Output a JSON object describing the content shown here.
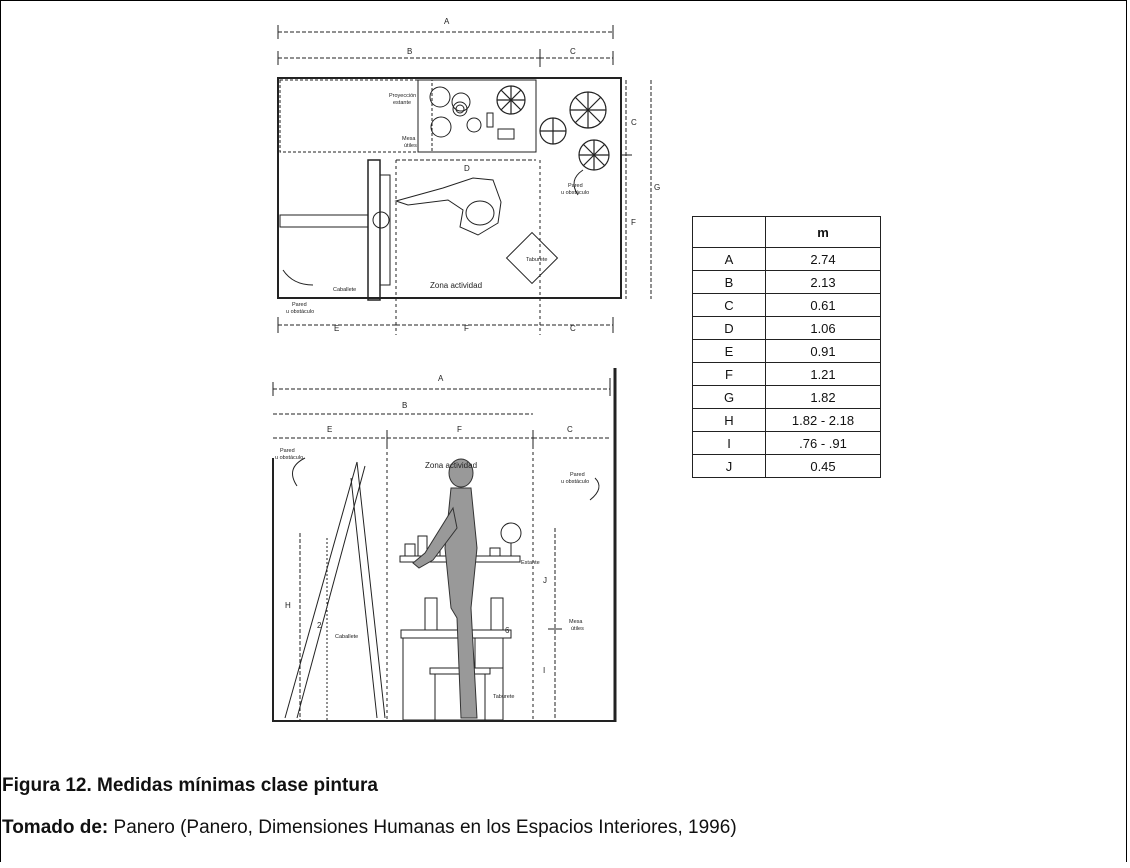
{
  "plan": {
    "dims": {
      "a": "A",
      "b": "B",
      "c": "C",
      "d": "D",
      "e": "E",
      "f": "F",
      "g": "G"
    },
    "labels": {
      "proyeccion_1": "Proyección",
      "proyeccion_2": "estante",
      "mesa_1": "Mesa",
      "mesa_2": "útiles",
      "pared_right_1": "Pared",
      "pared_right_2": "u obstáculo",
      "caballete": "Caballete",
      "taburete": "Taburete",
      "pared_left_1": "Pared",
      "pared_left_2": "u obstáculo",
      "zona": "Zona actividad"
    }
  },
  "elevation": {
    "dims": {
      "a": "A",
      "b": "B",
      "e": "E",
      "f": "F",
      "c": "C",
      "h": "H",
      "i": "I",
      "j": "J",
      "two": "2",
      "six": "6"
    },
    "labels": {
      "pared_left_1": "Pared",
      "pared_left_2": "u obstáculo",
      "zona": "Zona actividad",
      "pared_right_1": "Pared",
      "pared_right_2": "u obstáculo",
      "estante": "Estante",
      "caballete": "Caballete",
      "mesa_1": "Mesa",
      "mesa_2": "útiles",
      "taburete": "Taburete"
    }
  },
  "table": {
    "header": "m",
    "rows": [
      {
        "key": "A",
        "value": "2.74"
      },
      {
        "key": "B",
        "value": "2.13"
      },
      {
        "key": "C",
        "value": "0.61"
      },
      {
        "key": "D",
        "value": "1.06"
      },
      {
        "key": "E",
        "value": "0.91"
      },
      {
        "key": "F",
        "value": "1.21"
      },
      {
        "key": "G",
        "value": "1.82"
      },
      {
        "key": "H",
        "value": "1.82 - 2.18"
      },
      {
        "key": "I",
        "value": ".76 - .91"
      },
      {
        "key": "J",
        "value": "0.45"
      }
    ]
  },
  "caption": "Figura 12. Medidas mínimas clase pintura",
  "source": {
    "label": "Tomado de:",
    "text": " Panero (Panero, Dimensiones Humanas en los Espacios Interiores, 1996)"
  }
}
